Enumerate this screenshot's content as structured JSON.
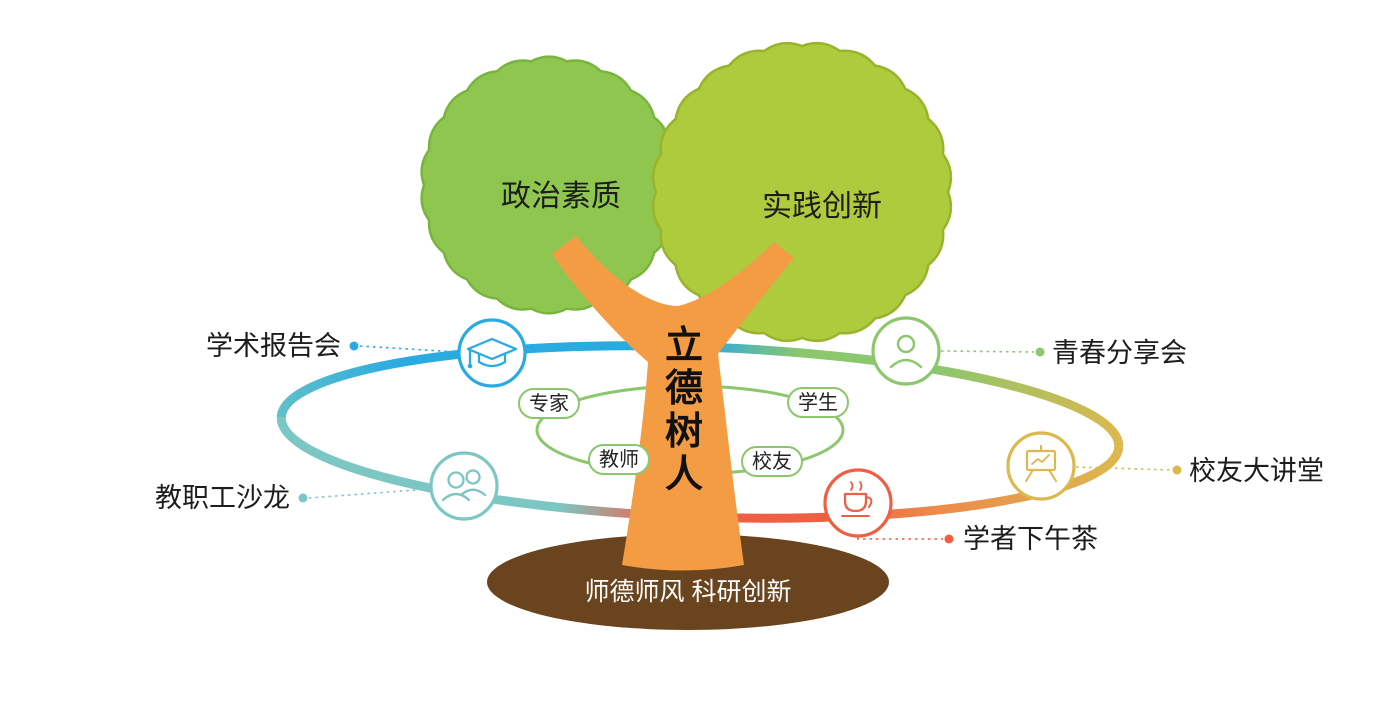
{
  "diagram": {
    "title": "立德树人",
    "crowns": {
      "left": "政治素质",
      "right": "实践创新"
    },
    "trunk": {
      "chars": [
        "立",
        "德",
        "树",
        "人"
      ]
    },
    "soil": {
      "label": "师德师风 科研创新"
    },
    "inner_ring": {
      "items": [
        "专家",
        "学生",
        "教师",
        "校友"
      ]
    },
    "activities": [
      {
        "label": "学术报告会",
        "icon": "graduation-cap-icon",
        "color": "#29abe2",
        "side": "left"
      },
      {
        "label": "青春分享会",
        "icon": "person-icon",
        "color": "#8cc66d",
        "side": "right"
      },
      {
        "label": "教职工沙龙",
        "icon": "two-people-icon",
        "color": "#7cc7c4",
        "side": "left"
      },
      {
        "label": "学者下午茶",
        "icon": "coffee-cup-icon",
        "color": "#ee5f43",
        "side": "right"
      },
      {
        "label": "校友大讲堂",
        "icon": "easel-icon",
        "color": "#ddb84e",
        "side": "right"
      }
    ],
    "colors": {
      "crown_left_green": "#8fc650",
      "crown_left_edge": "#79b43e",
      "crown_right_green": "#aeca3d",
      "crown_right_edge": "#9ab32c",
      "trunk_orange": "#f49c44",
      "soil_brown": "#6a431f",
      "ring_blue": "#29abe2",
      "ring_green": "#8cc66d",
      "ring_teal": "#7cc7c4",
      "ring_red": "#ee5f43",
      "ring_yellow": "#ddb84e",
      "inner_ring_green": "#8cc66d"
    }
  }
}
